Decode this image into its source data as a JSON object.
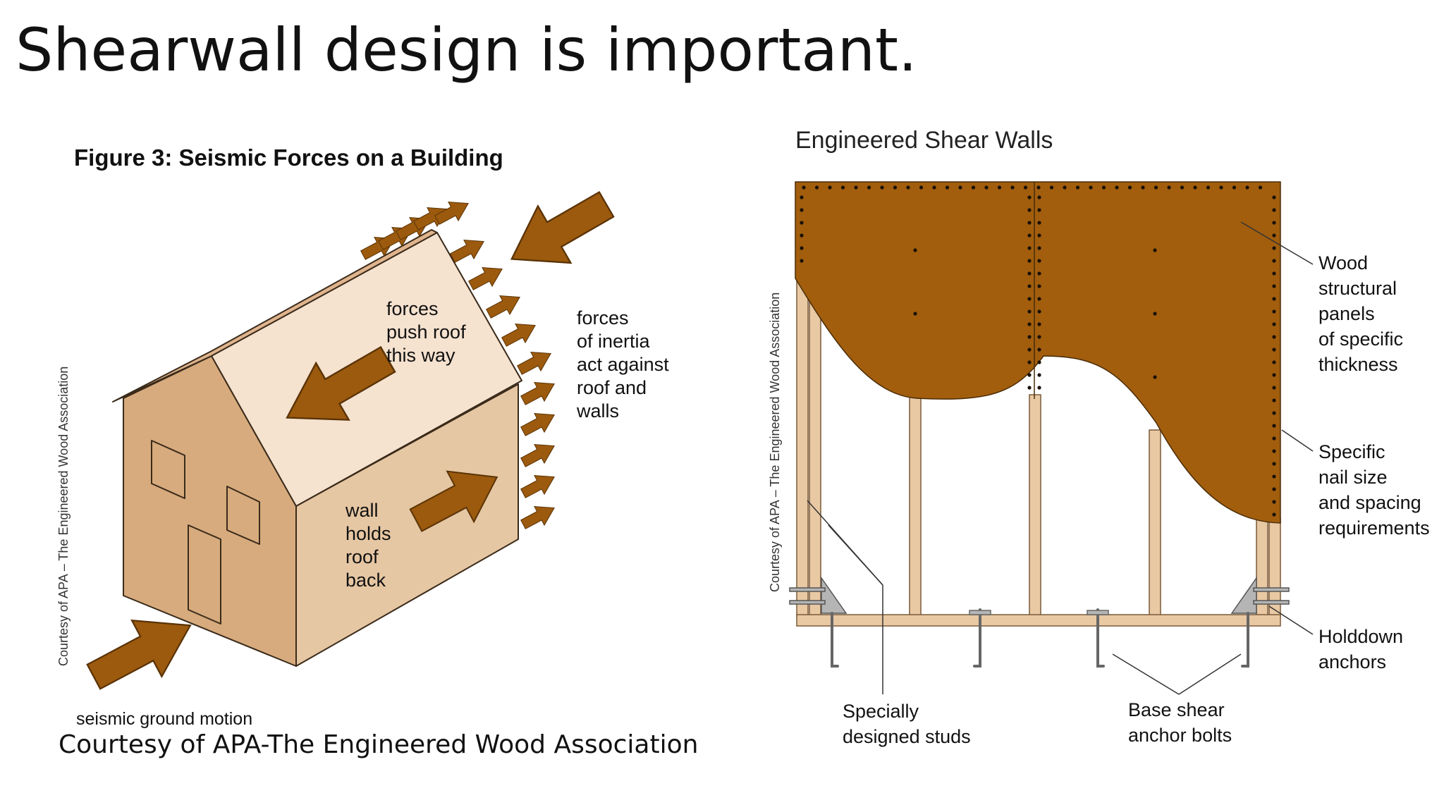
{
  "slide": {
    "title": "Shearwall design is important.",
    "credit": "Courtesy of APA-The Engineered Wood Association"
  },
  "left_figure": {
    "title": "Figure 3: Seismic Forces on a Building",
    "side_credit": "Courtesy of APA – The Engineered Wood Association",
    "roof_label": [
      "forces",
      "push roof",
      "this way"
    ],
    "inertia_label": [
      "forces",
      "of inertia",
      "act against",
      "roof and",
      "walls"
    ],
    "wall_label": [
      "wall",
      "holds",
      "roof",
      "back"
    ],
    "ground_label": "seismic ground motion"
  },
  "right_figure": {
    "title": "Engineered Shear Walls",
    "side_credit": "Courtesy of APA – The Engineered Wood Association",
    "panels_label": [
      "Wood",
      "structural",
      "panels",
      "of specific",
      "thickness"
    ],
    "nail_label": [
      "Specific",
      "nail size",
      "and spacing",
      "requirements"
    ],
    "holddown_label": [
      "Holddown",
      "anchors"
    ],
    "studs_label": [
      "Specially",
      "designed studs"
    ],
    "bolts_label": [
      "Base shear",
      "anchor bolts"
    ]
  },
  "colors": {
    "arrow": "#9c5a0e",
    "panel": "#a25e0d",
    "wall_front": "#e6c7a3",
    "wall_side": "#d7ab7d",
    "roof_light": "#f5e2cf",
    "roof_dark": "#dfb48d",
    "stud": "#e8c9a4",
    "hardware": "#a8a8a8"
  }
}
